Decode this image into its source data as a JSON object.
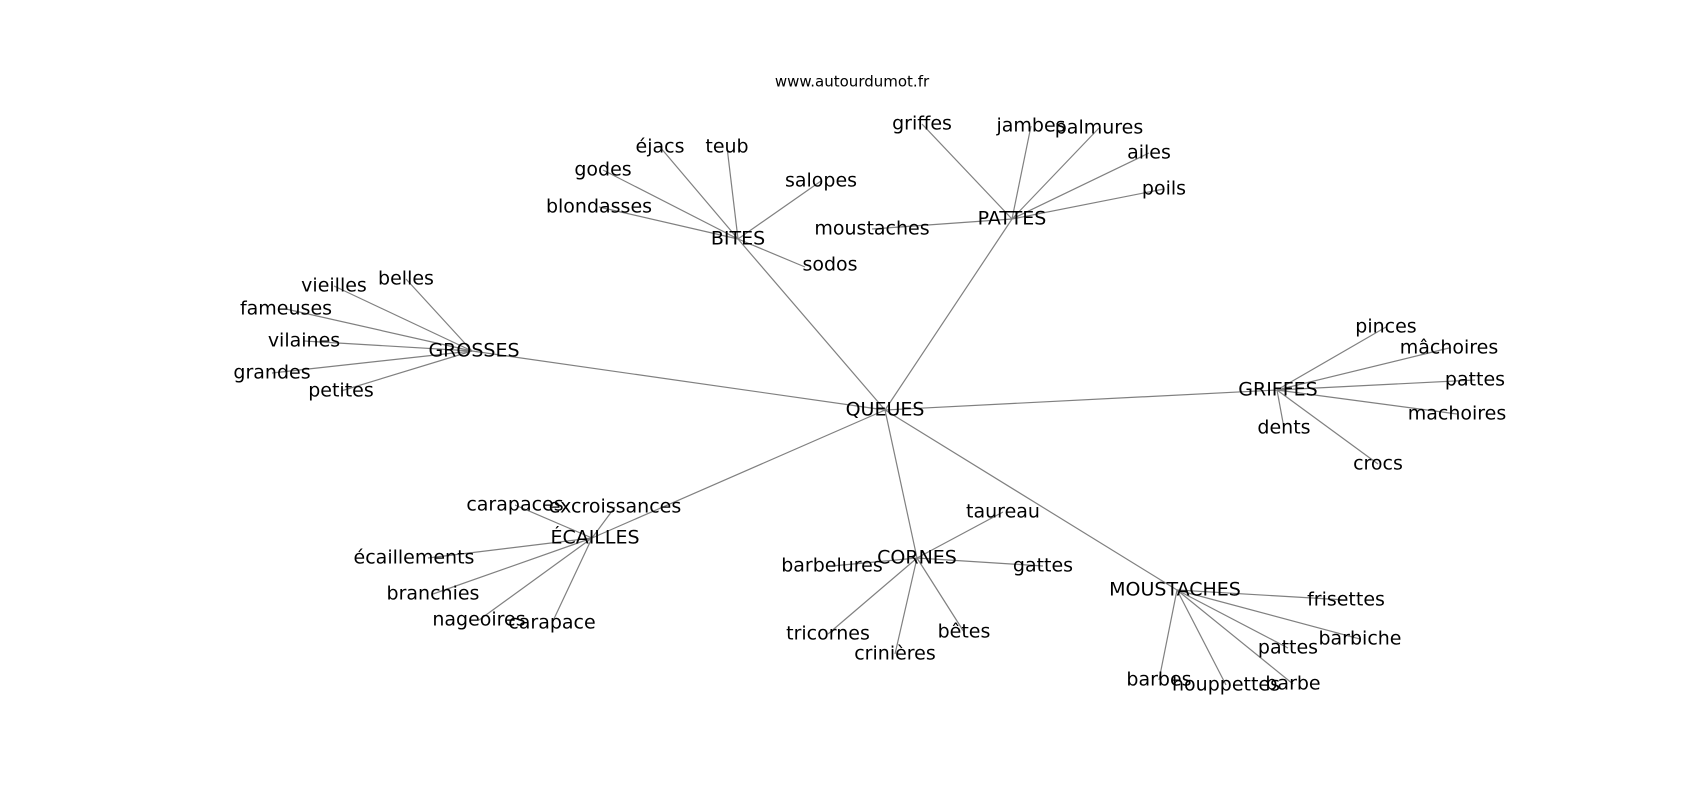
{
  "source": "www.autourdumot.fr",
  "center": "QUEUES",
  "clusters": [
    {
      "hub": "BITES",
      "leaves": [
        "éjacs",
        "teub",
        "godes",
        "salopes",
        "blondasses",
        "sodos"
      ]
    },
    {
      "hub": "PATTES",
      "leaves": [
        "griffes",
        "jambes",
        "palmures",
        "ailes",
        "poils",
        "moustaches"
      ]
    },
    {
      "hub": "GROSSES",
      "leaves": [
        "vieilles",
        "belles",
        "fameuses",
        "vilaines",
        "grandes",
        "petites"
      ]
    },
    {
      "hub": "GRIFFES",
      "leaves": [
        "pinces",
        "mâchoires",
        "pattes",
        "machoires",
        "dents",
        "crocs"
      ]
    },
    {
      "hub": "ÉCAILLES",
      "leaves": [
        "carapaces",
        "excroissances",
        "écaillements",
        "branchies",
        "nageoires",
        "carapace"
      ]
    },
    {
      "hub": "CORNES",
      "leaves": [
        "taureau",
        "barbelures",
        "gattes",
        "tricornes",
        "bêtes",
        "crinières"
      ]
    },
    {
      "hub": "MOUSTACHES",
      "leaves": [
        "frisettes",
        "barbiche",
        "pattes",
        "barbes",
        "houppettes",
        "barbe"
      ]
    }
  ]
}
